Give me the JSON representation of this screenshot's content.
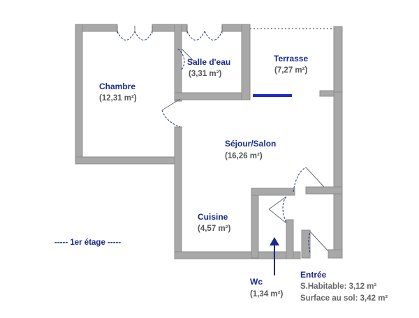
{
  "rooms": {
    "chambre": {
      "name": "Chambre",
      "area": "(12,31 m²)"
    },
    "salle_eau": {
      "name": "Salle d'eau",
      "area": "(3,31 m²)"
    },
    "terrasse": {
      "name": "Terrasse",
      "area": "(7,27 m²)"
    },
    "sejour": {
      "name": "Séjour/Salon",
      "area": "(16,26 m²)"
    },
    "cuisine": {
      "name": "Cuisine",
      "area": "(4,57 m²)"
    },
    "wc": {
      "name": "Wc",
      "area": "(1,34 m²)"
    },
    "entree": {
      "name": "Entrée"
    }
  },
  "info": {
    "habitable": "S.Habitable: 3,12 m²",
    "surface_sol": "Surface au sol: 3,42 m²"
  },
  "floor_label": "----- 1er étage -----",
  "colors": {
    "label": "#1a2a8c",
    "wall": "#a8a8a8",
    "window": "#1a2acc"
  }
}
